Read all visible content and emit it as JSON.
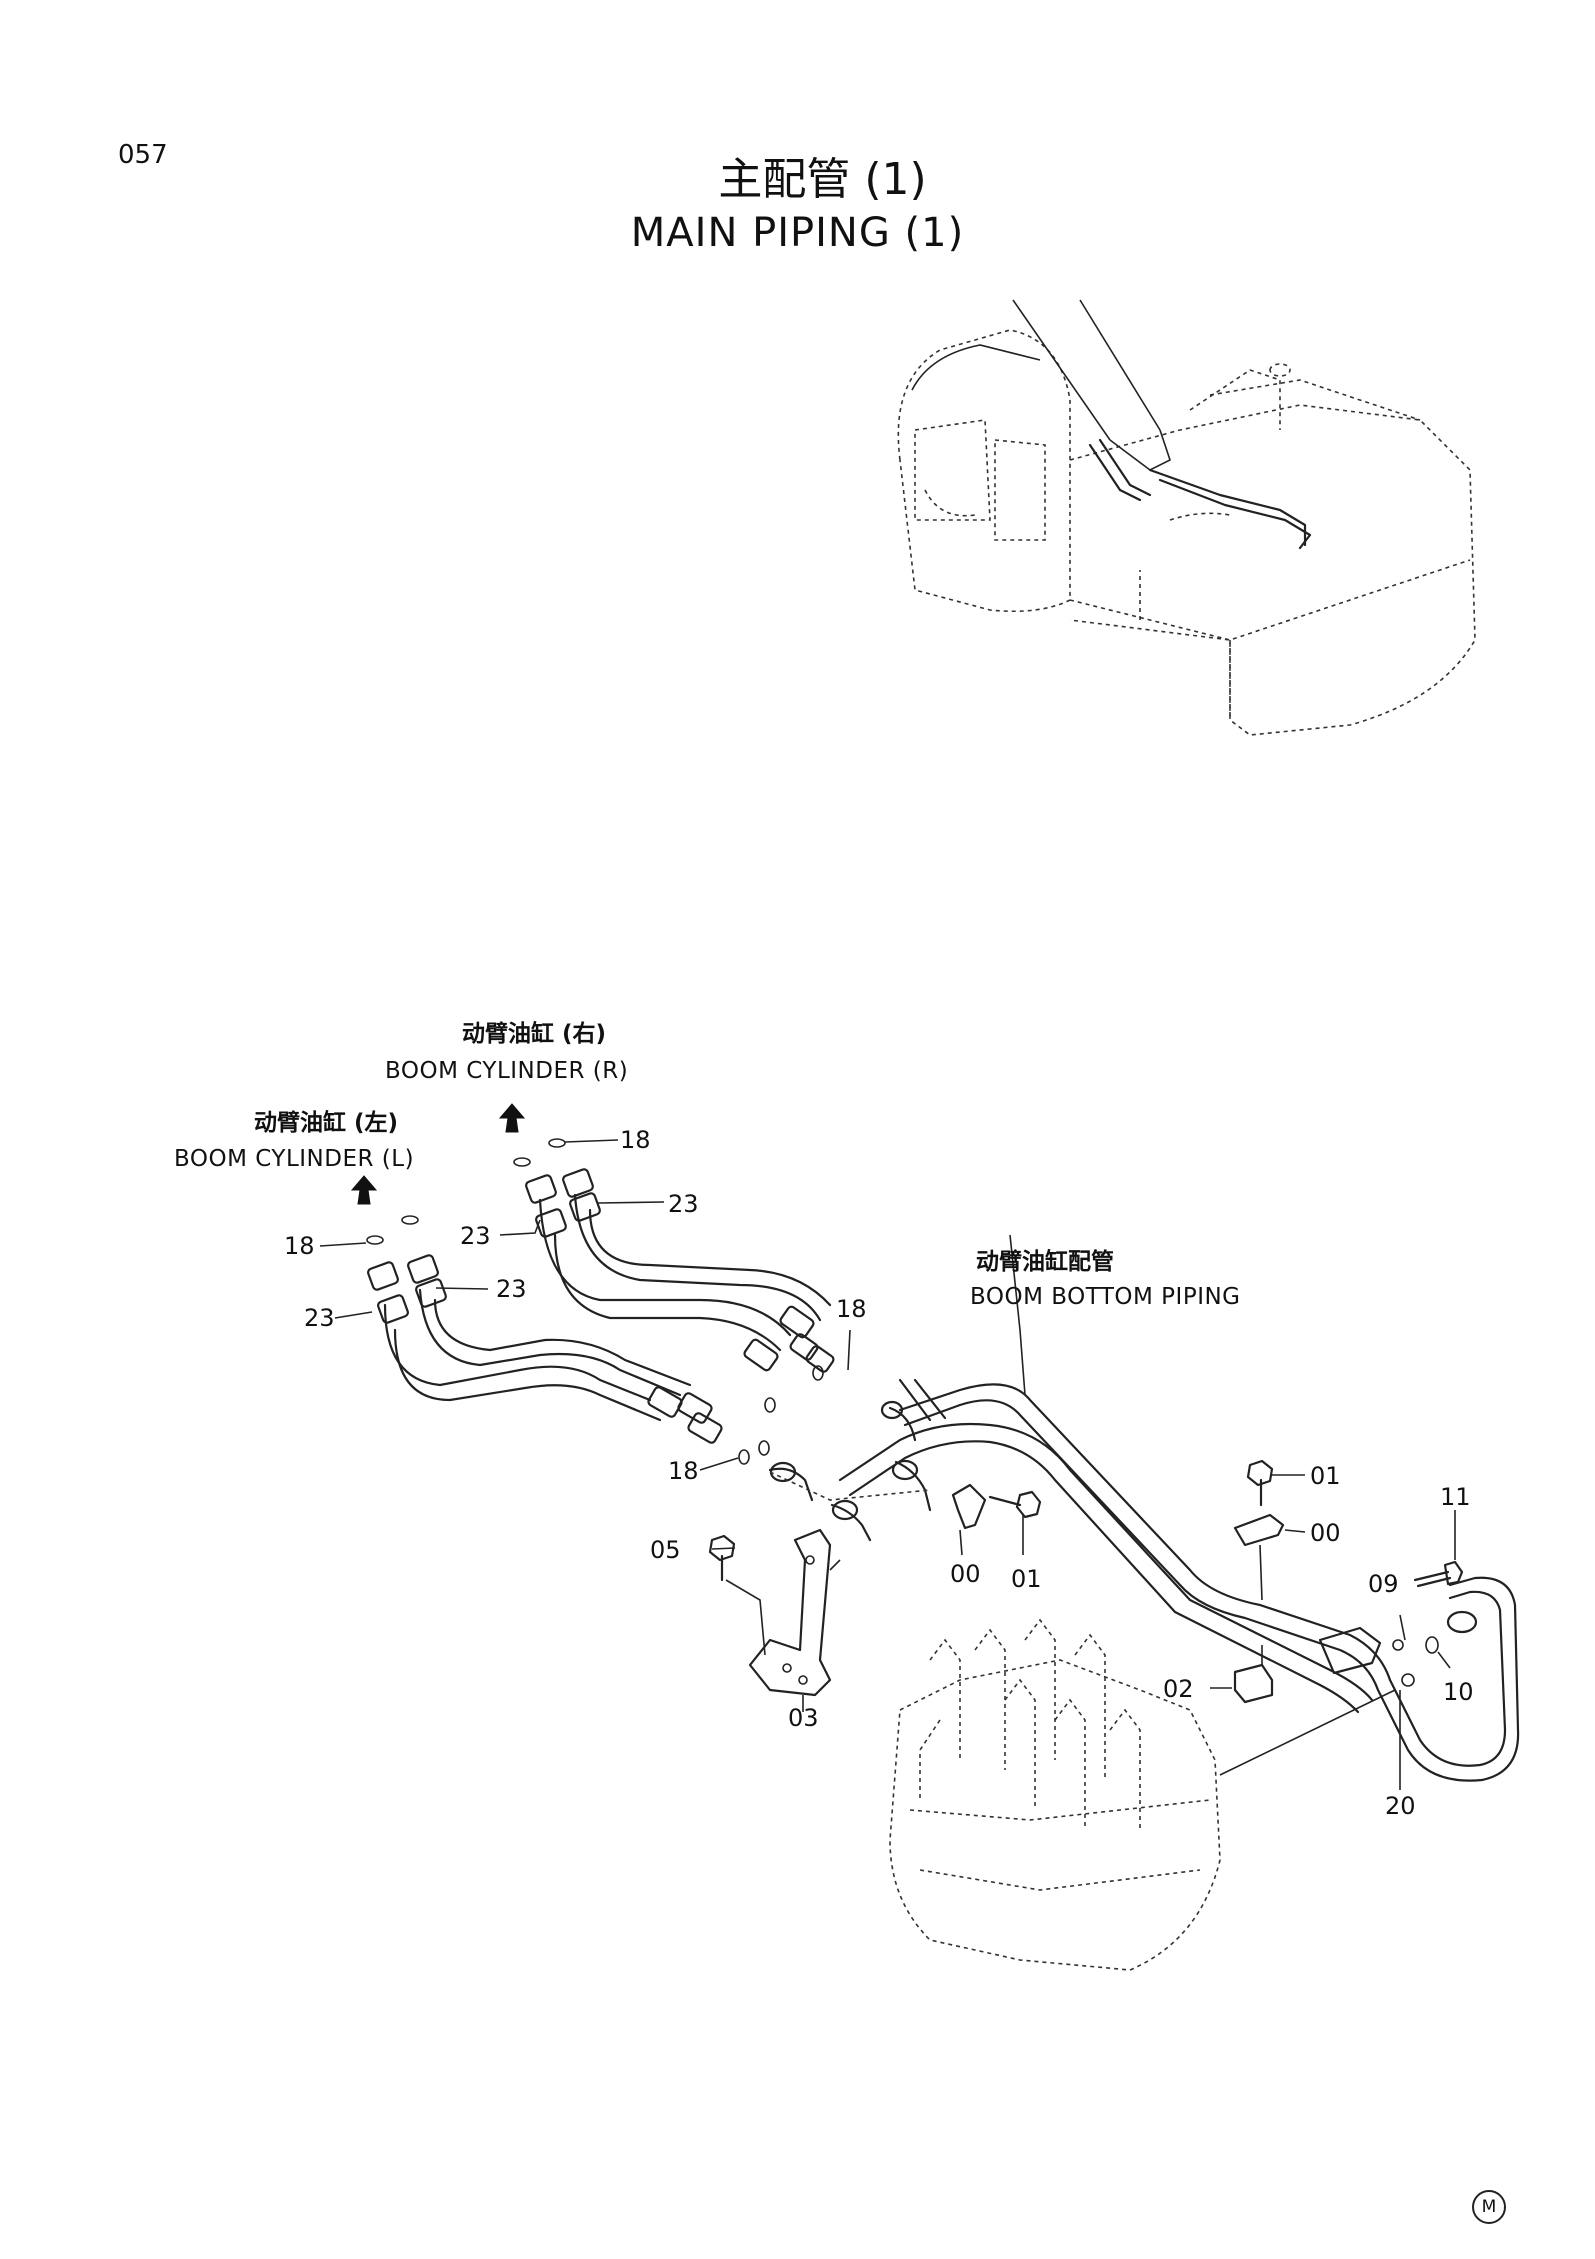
{
  "page_number": "057",
  "title": {
    "chinese": "主配管  (1)",
    "english": "MAIN PIPING (1)"
  },
  "labels": {
    "boom_cyl_r_cn": "动臂油缸 (右)",
    "boom_cyl_r_en": "BOOM CYLINDER (R)",
    "boom_cyl_l_cn": "动臂油缸 (左)",
    "boom_cyl_l_en": "BOOM CYLINDER (L)",
    "boom_bottom_cn": "动臂油缸配管",
    "boom_bottom_en": "BOOM BOTTOM PIPING"
  },
  "part_callouts": {
    "p18_top": "18",
    "p23_top_right": "23",
    "p23_top_left": "23",
    "p18_left": "18",
    "p23_mid": "23",
    "p23_left": "23",
    "p18_mid": "18",
    "p18_low": "18",
    "p01_top": "01",
    "p00_right": "00",
    "p00_left": "00",
    "p01_left": "01",
    "p05": "05",
    "p03": "03",
    "p02": "02",
    "p11": "11",
    "p09": "09",
    "p10": "10",
    "p20": "20"
  },
  "mark": "M"
}
